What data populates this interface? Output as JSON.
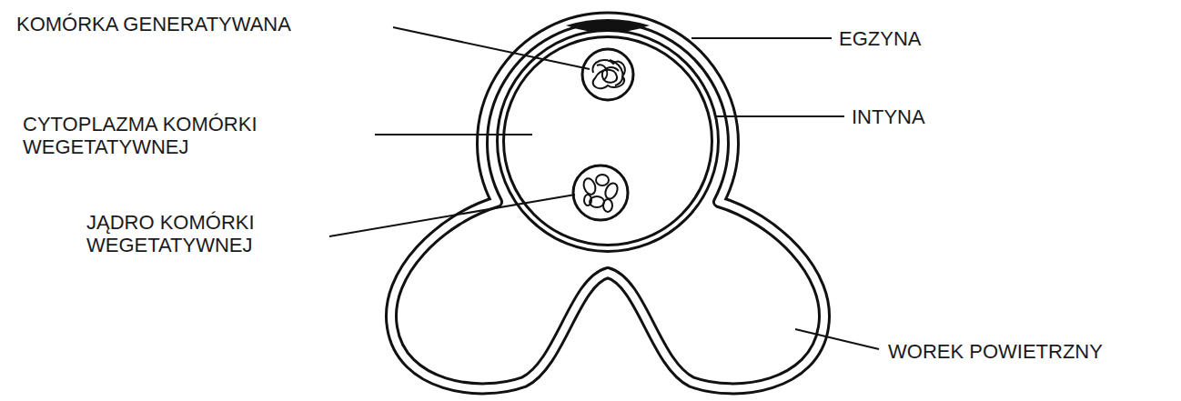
{
  "diagram": {
    "labels": [
      "KOMÓRKA GENERATYWANA",
      "CYTOPLAZMA KOMÓRKI WEGETATYWNEJ",
      "JĄDRO KOMÓRKI WEGETATYWNEJ",
      "EGZYNA",
      "INTYNA",
      "WOREK POWIETRZNY"
    ]
  }
}
